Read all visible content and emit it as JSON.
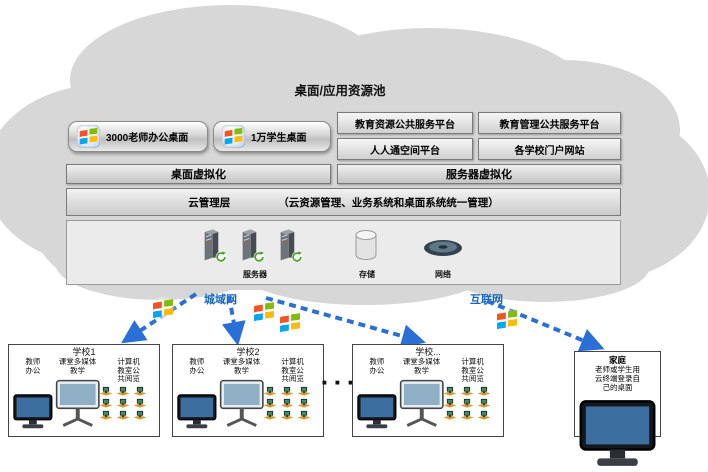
{
  "title": "桌面/应用资源池",
  "desktop_pools": [
    {
      "label": "3000老师办公桌面"
    },
    {
      "label": "1万学生桌面"
    }
  ],
  "platforms": [
    {
      "label": "教育资源公共服务平台"
    },
    {
      "label": "教育管理公共服务平台"
    },
    {
      "label": "人人通空间平台"
    },
    {
      "label": "各学校门户网站"
    }
  ],
  "virtualization": {
    "desktop_label": "桌面虚拟化",
    "server_label": "服务器虚拟化"
  },
  "management": {
    "label": "云管理层",
    "detail": "（云资源管理、业务系统和桌面系统统一管理）"
  },
  "infrastructure": {
    "servers_label": "服务器",
    "storage_label": "存储",
    "network_label": "网络"
  },
  "links": {
    "metro_label": "城域网",
    "internet_label": "互联网"
  },
  "schools": [
    {
      "name": "学校1",
      "teacher": "教师\n办公",
      "classroom": "课堂多媒体\n教学",
      "lab": "计算机\n教室公\n共阅览"
    },
    {
      "name": "学校2",
      "teacher": "教师\n办公",
      "classroom": "课堂多媒体\n教学",
      "lab": "计算机\n教室公\n共阅览"
    },
    {
      "name": "学校...",
      "teacher": "教师\n办公",
      "classroom": "课堂多媒体\n教学",
      "lab": "计算机\n教室公\n共阅览"
    }
  ],
  "ellipsis": "■ ■ ■",
  "home": {
    "name": "家庭",
    "description": "老师或学生用\n云终端登录自\n己的桌面"
  },
  "colors": {
    "arrow_blue": "#2a6fd6",
    "network_label_blue": "#1565c0",
    "cloud_gray": "#d7d7d7"
  }
}
